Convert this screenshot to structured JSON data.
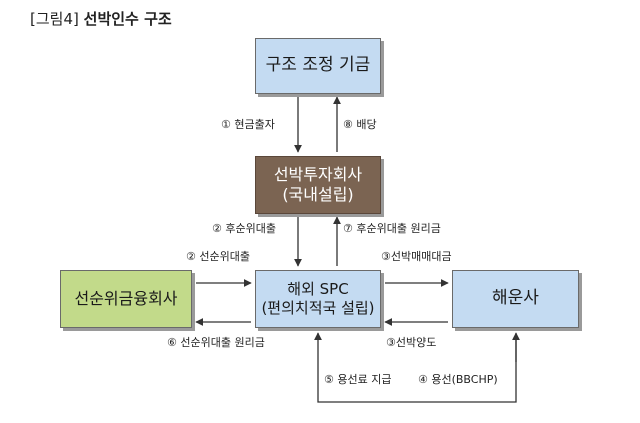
{
  "figure": {
    "prefix": "[그림4]",
    "title": "선박인수 구조"
  },
  "boxes": {
    "fund": {
      "line1": "구조 조정 기금"
    },
    "ship_investment": {
      "line1": "선박투자회사",
      "line2": "(국내설립)"
    },
    "spc": {
      "line1": "해외 SPC",
      "line2": "(편의치적국 설립)"
    },
    "lender": {
      "line1": "선순위금융회사"
    },
    "shipping_co": {
      "line1": "해운사"
    }
  },
  "labels": {
    "cash_investment": "① 현금출자",
    "dividend": "⑧ 배당",
    "sub_loan": "② 후순위대출",
    "sub_loan_repay": "⑦ 후순위대출 원리금",
    "senior_loan": "② 선순위대출",
    "ship_price": "③선박매매대금",
    "senior_loan_repay": "⑥ 선순위대출 원리금",
    "ship_transfer": "③선박양도",
    "charter_fee": "⑤ 용선료 지급",
    "charter": "④ 용선(BBCHP)"
  },
  "colors": {
    "box_blue": "#c4dbf2",
    "box_brown": "#7b6452",
    "box_green": "#c2da8a",
    "arrow": "#333333"
  }
}
